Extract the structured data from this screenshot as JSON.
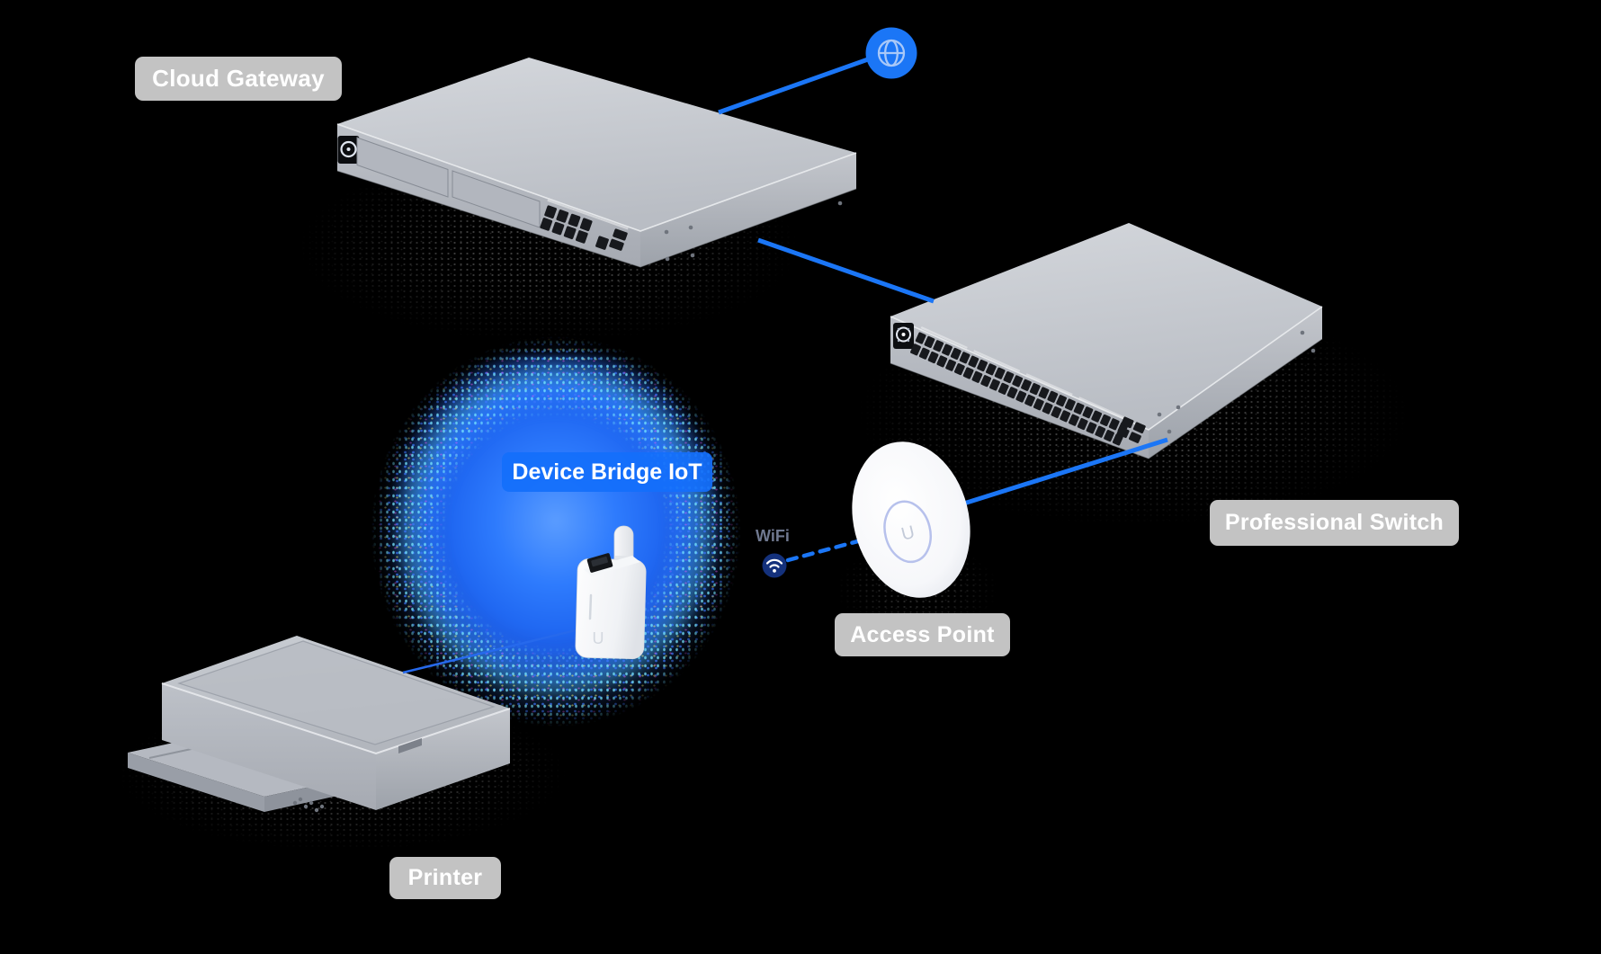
{
  "diagram": {
    "title_badge": "Device Bridge IoT",
    "wifi_label": "WiFi",
    "labels": {
      "cloud_gateway": "Cloud Gateway",
      "professional_switch": "Professional Switch",
      "access_point": "Access Point",
      "printer": "Printer"
    },
    "devices": [
      {
        "id": "internet",
        "icon": "globe-icon"
      },
      {
        "id": "cloud-gateway",
        "label": "Cloud Gateway",
        "type": "rack-gateway"
      },
      {
        "id": "professional-switch",
        "label": "Professional Switch",
        "type": "rack-switch-48-port"
      },
      {
        "id": "access-point",
        "label": "Access Point",
        "type": "ceiling-access-point"
      },
      {
        "id": "device-bridge-iot",
        "label": "Device Bridge IoT",
        "type": "iot-bridge"
      },
      {
        "id": "printer",
        "label": "Printer",
        "type": "multifunction-printer"
      }
    ],
    "connections": [
      {
        "from": "internet",
        "to": "cloud-gateway",
        "style": "solid"
      },
      {
        "from": "cloud-gateway",
        "to": "professional-switch",
        "style": "solid"
      },
      {
        "from": "professional-switch",
        "to": "access-point",
        "style": "solid"
      },
      {
        "from": "access-point",
        "to": "device-bridge-iot",
        "style": "dashed",
        "via": "WiFi"
      },
      {
        "from": "device-bridge-iot",
        "to": "printer",
        "style": "solid-thin"
      }
    ],
    "colors": {
      "background": "#000000",
      "accent_blue": "#1b76f6",
      "glow_blue": "#2e7bfd",
      "banner_blue": "#146ffb",
      "label_pill": "#c9c9c9",
      "label_text": "#ffffff",
      "wifi_badge": "#14317c"
    }
  }
}
